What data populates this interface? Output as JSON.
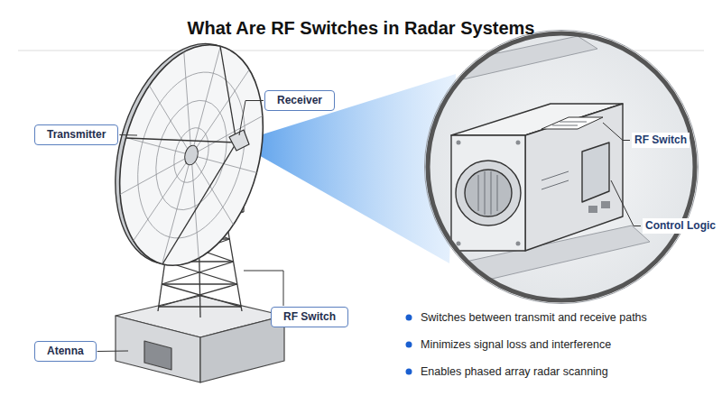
{
  "diagram": {
    "title": "What Are RF Switches in Radar Systems",
    "nodes": [
      {
        "text": [
          "Receiver"
        ]
      },
      {
        "text": [
          "Transmitter"
        ]
      },
      {
        "text": [
          "RF Switch"
        ]
      },
      {
        "text": [
          "Atenna"
        ]
      }
    ],
    "labels": [
      "RF Switch",
      "Control Logic",
      "Switches between transmit and receive paths",
      "Minimizes signal loss and interference",
      "Enables phased array radar scanning"
    ]
  }
}
